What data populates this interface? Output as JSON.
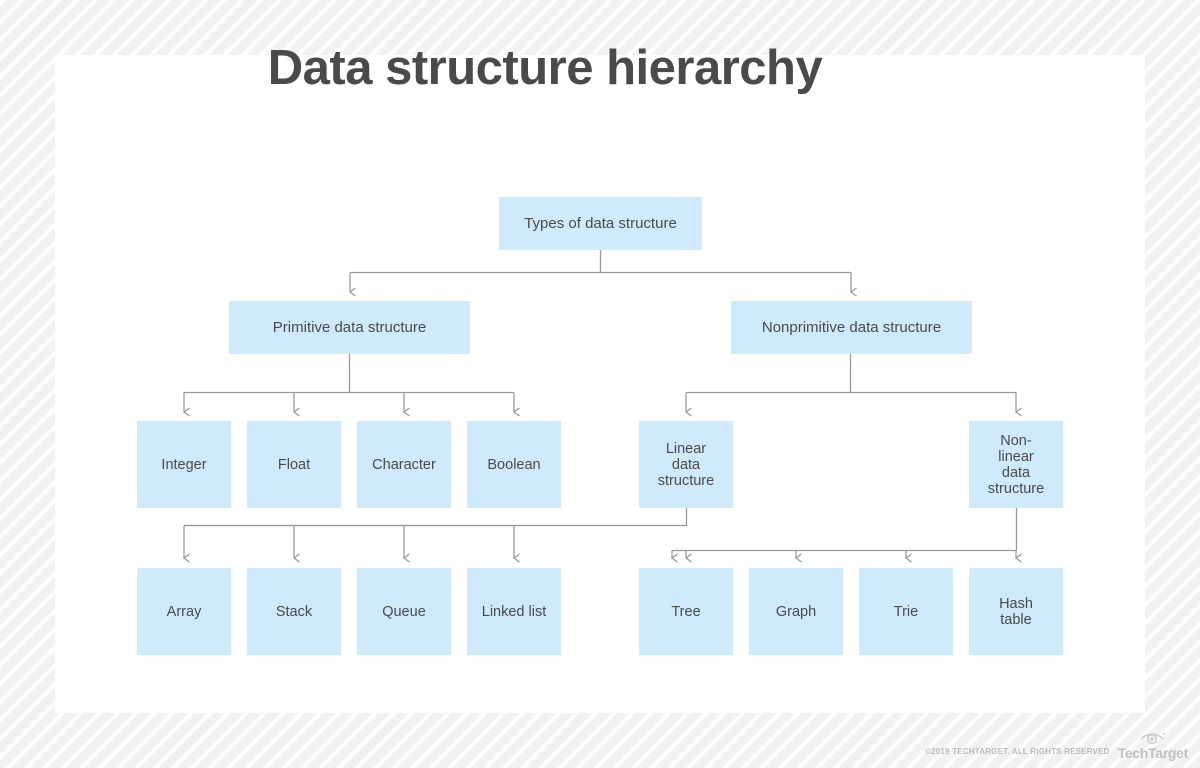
{
  "page": {
    "title": "Data structure hierarchy",
    "background_color": "#f2f2f2",
    "card_color": "#ffffff",
    "node_color": "#cfeafb",
    "text_color": "#4a4a4a",
    "edge_color": "#9a9a9a"
  },
  "diagram": {
    "type": "hierarchy-tree",
    "root": {
      "id": "root",
      "label": "Types of data structure"
    },
    "levels": [
      {
        "level": 1,
        "nodes": [
          {
            "id": "primitive",
            "label": "Primitive data structure",
            "parent": "root"
          },
          {
            "id": "nonprimitive",
            "label": "Nonprimitive data structure",
            "parent": "root"
          }
        ]
      },
      {
        "level": 2,
        "nodes": [
          {
            "id": "integer",
            "label": "Integer",
            "parent": "primitive"
          },
          {
            "id": "float",
            "label": "Float",
            "parent": "primitive"
          },
          {
            "id": "character",
            "label": "Character",
            "parent": "primitive"
          },
          {
            "id": "boolean",
            "label": "Boolean",
            "parent": "primitive"
          },
          {
            "id": "linear",
            "label": "Linear\ndata\nstructure",
            "parent": "nonprimitive"
          },
          {
            "id": "nonlinear",
            "label": "Non-\nlinear\ndata\nstructure",
            "parent": "nonprimitive"
          }
        ]
      },
      {
        "level": 3,
        "nodes": [
          {
            "id": "array",
            "label": "Array",
            "parent": "linear"
          },
          {
            "id": "stack",
            "label": "Stack",
            "parent": "linear"
          },
          {
            "id": "queue",
            "label": "Queue",
            "parent": "linear"
          },
          {
            "id": "linkedlist",
            "label": "Linked list",
            "parent": "linear"
          },
          {
            "id": "tree",
            "label": "Tree",
            "parent": "nonlinear"
          },
          {
            "id": "graph",
            "label": "Graph",
            "parent": "nonlinear"
          },
          {
            "id": "trie",
            "label": "Trie",
            "parent": "nonlinear"
          },
          {
            "id": "hashtable",
            "label": "Hash\ntable",
            "parent": "nonlinear"
          }
        ]
      }
    ]
  },
  "footer": {
    "copyright": "©2019 TECHTARGET. ALL RIGHTS RESERVED",
    "logo_text": "TechTarget",
    "logo_icon": "eye-icon"
  }
}
